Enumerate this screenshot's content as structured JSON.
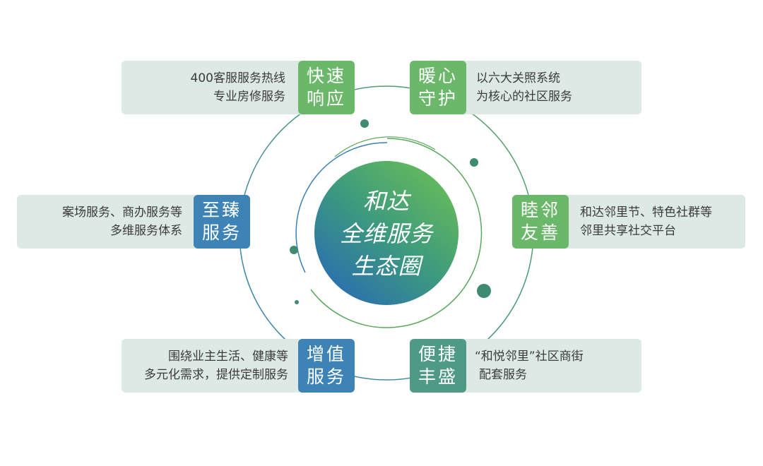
{
  "center": {
    "line1": "和达",
    "line2": "全维服务",
    "line3": "生态圈"
  },
  "items": [
    {
      "id": "kuaisu",
      "title_line1": "快速",
      "title_line2": "响应",
      "desc_line1": "400客服服务热线",
      "desc_line2": "专业房修服务",
      "color": "#6bb86b"
    },
    {
      "id": "nuanxin",
      "title_line1": "暖心",
      "title_line2": "守护",
      "desc_line1": "以六大关照系统",
      "desc_line2": "为核心的社区服务",
      "color": "#6bb86b"
    },
    {
      "id": "zhizhen",
      "title_line1": "至臻",
      "title_line2": "服务",
      "desc_line1": "案场服务、商办服务等",
      "desc_line2": "多维服务体系",
      "color": "#3d83b5"
    },
    {
      "id": "mulin",
      "title_line1": "睦邻",
      "title_line2": "友善",
      "desc_line1": "和达邻里节、特色社群等",
      "desc_line2": "邻里共享社交平台",
      "color": "#6bb86b"
    },
    {
      "id": "zengzhi",
      "title_line1": "增值",
      "title_line2": "服务",
      "desc_line1": "围绕业主生活、健康等",
      "desc_line2": "多元化需求，提供定制服务",
      "color": "#3d83b5"
    },
    {
      "id": "bianjie",
      "title_line1": "便捷",
      "title_line2": "丰盛",
      "desc_line1": "“和悦邻里”社区商街",
      "desc_line2": "配套服务",
      "color": "#4e9a86"
    }
  ],
  "colors": {
    "card_bg": "#dde9e5",
    "dot": "#3e8a72",
    "ring_blue": "#3a7fb6",
    "ring_green": "#5aa85c",
    "center_green": "#5db35c",
    "center_blue": "#2c72b0"
  }
}
